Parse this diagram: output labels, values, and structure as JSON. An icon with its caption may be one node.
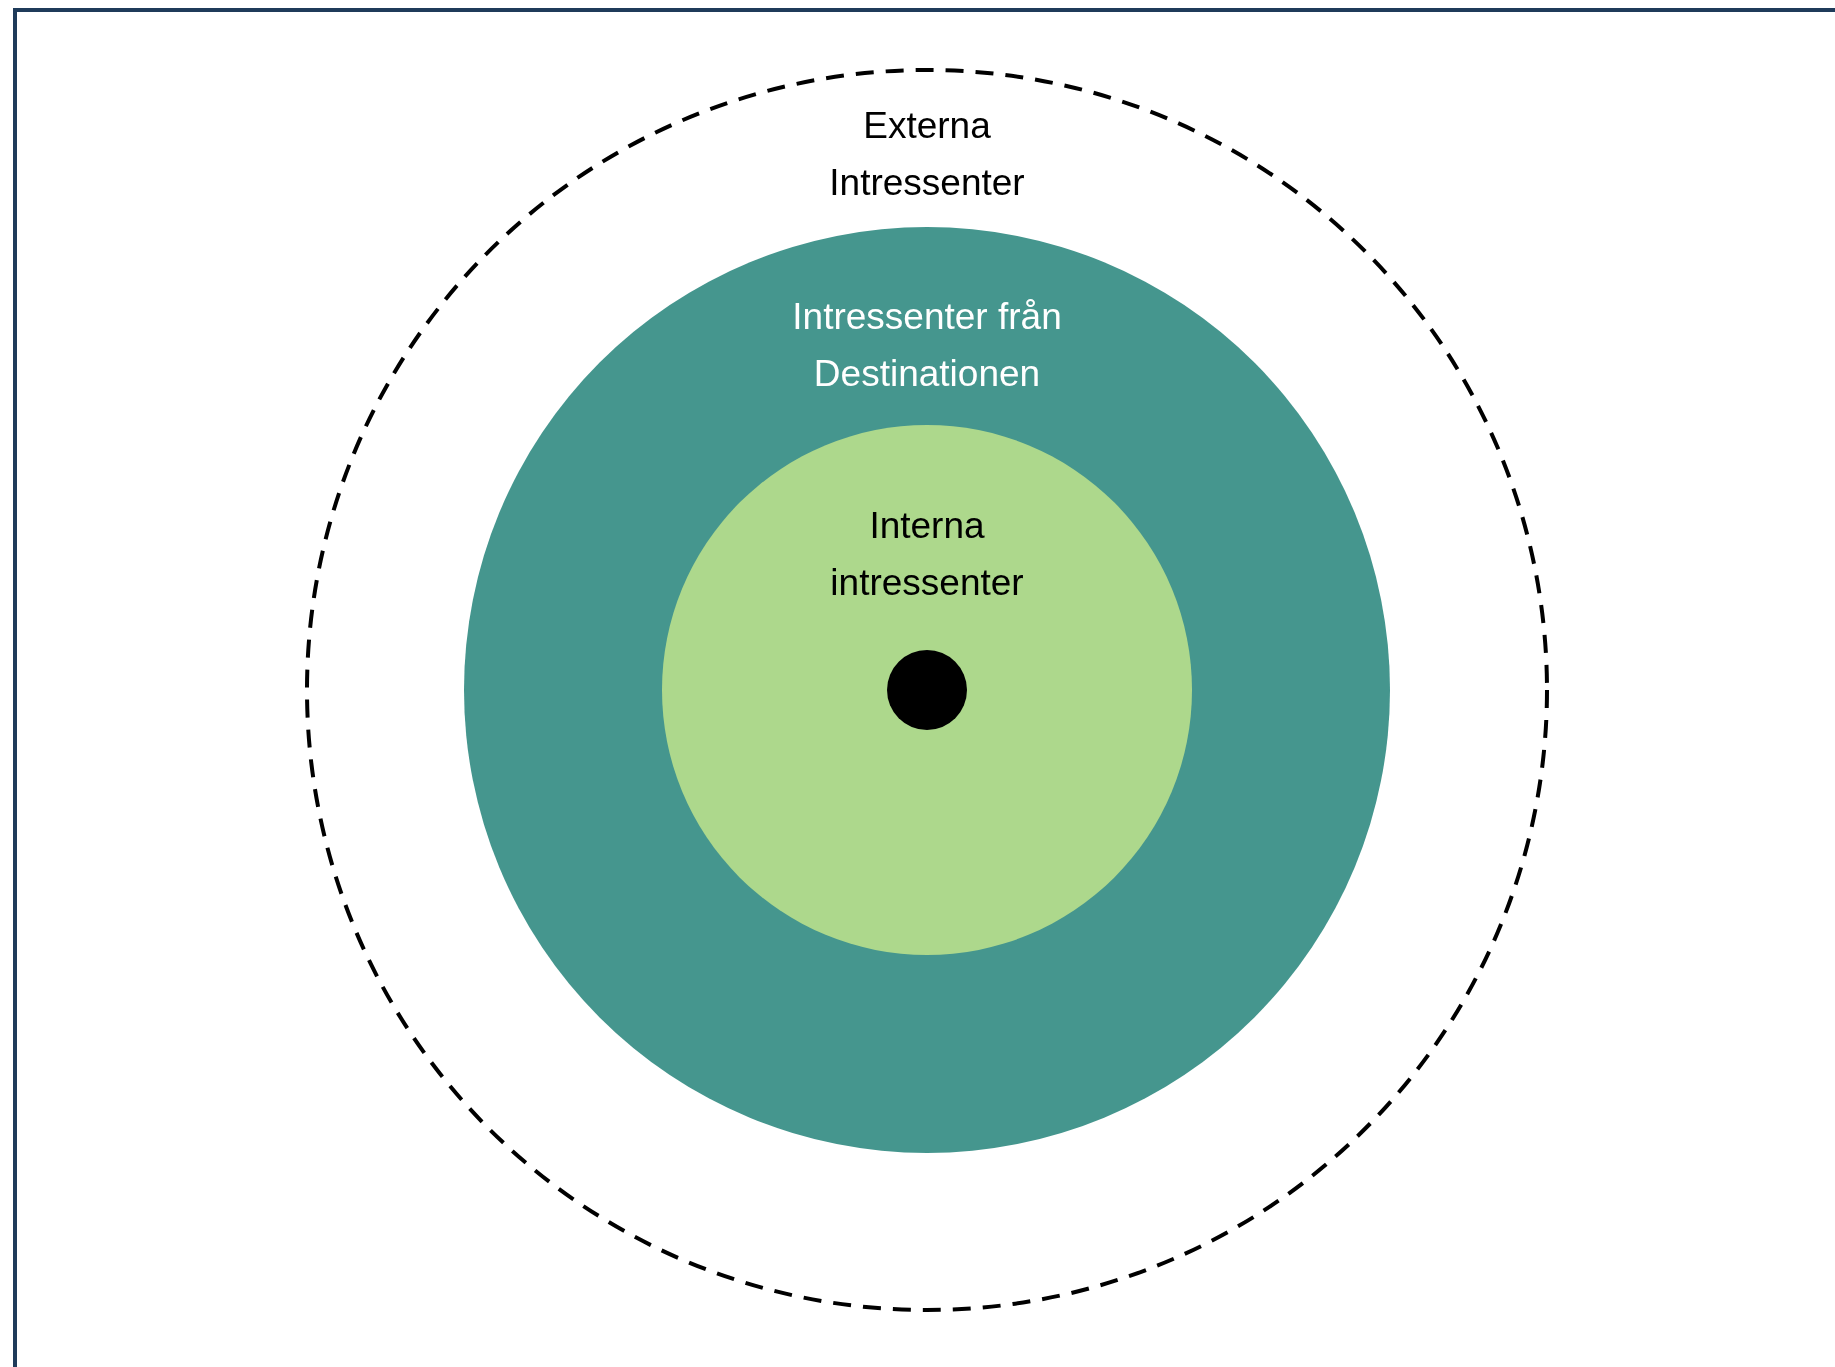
{
  "diagram": {
    "nodes": [
      {
        "text": [
          "Externa Intressenter"
        ]
      },
      {
        "text": [
          "Intressenter från Destinationen"
        ],
        "in": 0
      },
      {
        "text": [
          "Interna intressenter"
        ],
        "in": 1
      },
      {
        "text": [],
        "shape": "circle",
        "in": 2
      }
    ]
  }
}
